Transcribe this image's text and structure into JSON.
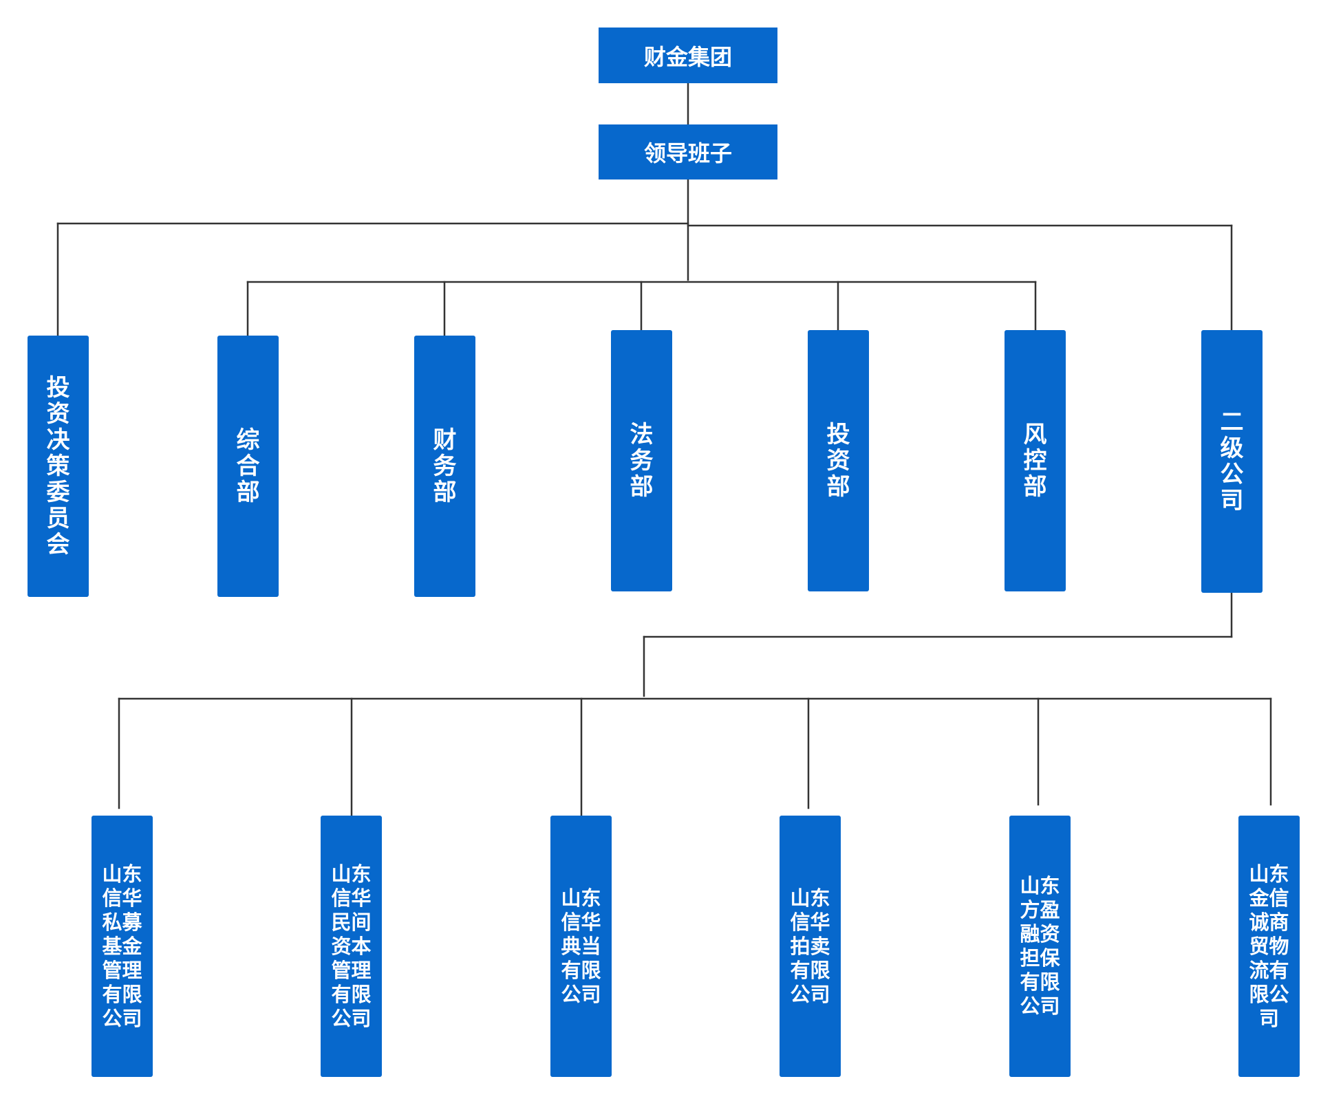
{
  "nodes": {
    "root": "财金集团",
    "leader": "领导班子",
    "dept_invest_committee": "投资决策委员会",
    "dept_general": "综合部",
    "dept_finance": "财务部",
    "dept_legal": "法务部",
    "dept_investment": "投资部",
    "dept_risk": "风控部",
    "dept_subsidiaries": "二级公司",
    "sub_private_fund": "山东信华私募基金管理有限公司",
    "sub_private_capital": "山东信华民间资本管理有限公司",
    "sub_pawn": "山东信华典当有限公司",
    "sub_auction": "山东信华拍卖有限公司",
    "sub_guarantee": "山东方盈融资担保有限公司",
    "sub_trade": "山东金信诚商贸物流有限公司"
  },
  "colors": {
    "node_fill": "#0768cc",
    "node_text": "#ffffff",
    "connector": "#333333"
  }
}
